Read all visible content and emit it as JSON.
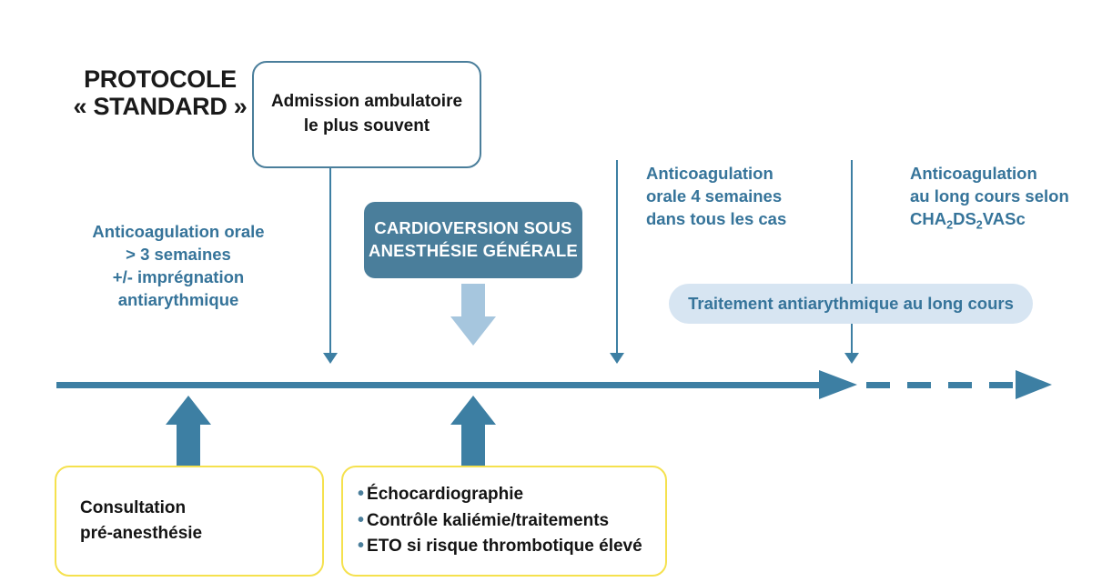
{
  "title": {
    "line1": "PROTOCOLE",
    "line2": "« STANDARD »"
  },
  "admission": {
    "line1": "Admission ambulatoire",
    "line2": "le plus souvent"
  },
  "left_anticoagulation": {
    "line1": "Anticoagulation orale",
    "line2": "> 3 semaines",
    "line3": "+/- imprégnation",
    "line4": "antiarythmique"
  },
  "cardioversion": {
    "line1": "CARDIOVERSION SOUS",
    "line2": "ANESTHÉSIE GÉNÉRALE"
  },
  "post_anticoagulation": {
    "line1": "Anticoagulation",
    "line2": "orale 4 semaines",
    "line3": "dans tous les cas"
  },
  "longterm_anticoagulation": {
    "line1": "Anticoagulation",
    "line2": "au long cours selon",
    "score_prefix": "CHA",
    "score_sub1": "2",
    "score_mid": "DS",
    "score_sub2": "2",
    "score_suffix": "VASc"
  },
  "treatment_pill": {
    "label": "Traitement antiarythmique au long cours"
  },
  "consultation": {
    "line1": "Consultation",
    "line2": "pré-anesthésie"
  },
  "checklist": {
    "items": [
      "Échocardiographie",
      "Contrôle kaliémie/traitements",
      "ETO si risque thrombotique élevé"
    ],
    "bullet": "•"
  },
  "colors": {
    "primary_blue": "#3d7fa3",
    "box_blue": "#4a7e9b",
    "text_blue": "#36749a",
    "light_blue": "#a6c6de",
    "pill_blue": "#d7e5f2",
    "yellow": "#f5e14e",
    "black": "#141414",
    "background": "#ffffff"
  }
}
